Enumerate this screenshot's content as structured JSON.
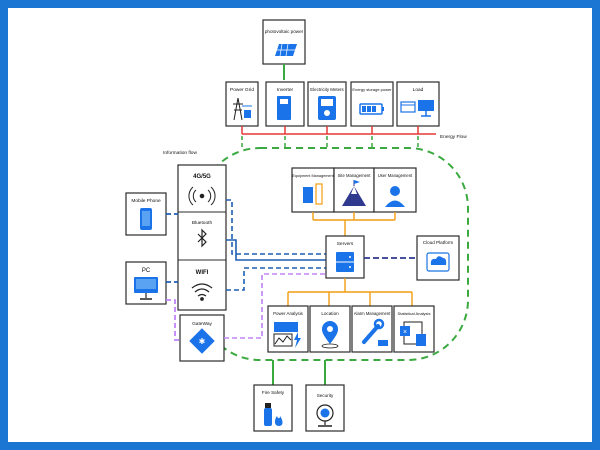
{
  "diagram": {
    "nodes": {
      "pv": "photovoltaic power",
      "grid": "Power Grid",
      "inverter": "Inverter",
      "meters": "Electricity Meters",
      "storage": "Energy storage power",
      "load": "Load",
      "info_flow": "Information flow",
      "energy_flow": "Energy Flow",
      "cell": "4G/5G",
      "bluetooth": "Bluetooth",
      "wifi": "WIFI",
      "gateway": "GateWay",
      "mobile": "Mobile Phone",
      "pc": "PC",
      "equip": "Equipment Management",
      "site": "Site Management",
      "user": "User Management",
      "servers": "Servers",
      "cloud": "Cloud Platform",
      "power_analysis": "Power Analysis",
      "location": "Location",
      "alarm": "Alarm Management",
      "stats": "Statistical Analysis",
      "fire": "Fire Safety",
      "security": "Security"
    },
    "colors": {
      "frame": "#1a76d2",
      "box": "#2b2b2b",
      "icon": "#1a73e8",
      "energy": "#e53935",
      "info_green": "#43a047",
      "dashed_green": "#3aa93f",
      "dashed_blue": "#1e5fb4",
      "dashed_purple": "#c084fc",
      "orange": "#f39c12",
      "navy": "#2f3a8f"
    }
  }
}
